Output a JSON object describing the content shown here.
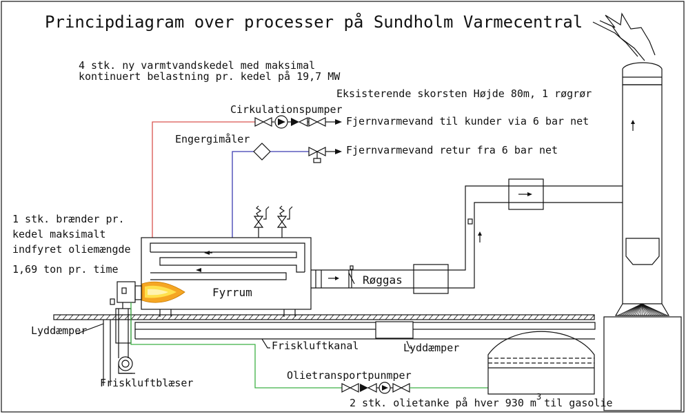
{
  "title": "Principdiagram over processer på Sundholm Varmecentral",
  "boiler_note": {
    "line1": "4 stk. ny varmtvandskedel med maksimal",
    "line2": "kontinuert belastning pr. kedel på 19,7 MW"
  },
  "chimney_note": "Eksisterende skorsten Højde 80m, 1 røgrør",
  "circulation_pumps": "Cirkulationspumper",
  "supply_line": "Fjernvarmevand til kunder via 6 bar net",
  "energy_meter": "Engergimåler",
  "return_line": "Fjernvarmevand retur fra 6 bar net",
  "burner_note": {
    "line1": "1 stk. brænder pr.",
    "line2": "kedel maksimalt",
    "line3": "indfyret oliemængde",
    "line4": "1,69 ton pr. time"
  },
  "fyrrum": "Fyrrum",
  "roggas": "Røggas",
  "lyddaemper_left": "Lyddæmper",
  "friskluftkanal": "Friskluftkanal",
  "lyddaemper_right": "Lyddæmper",
  "friskluftblaeser": "Friskluftblæser",
  "oil_pumps": "Olietransportpunmper",
  "oil_tanks": "2 stk. olietanke på hver 930 m",
  "oil_tanks_sup": "3",
  "oil_tanks_tail": "til gasolie",
  "colors": {
    "supply_pipe": "#d9534f",
    "return_pipe": "#3b3bb0",
    "oil_pipe": "#3cb043",
    "flame_outer": "#f5a623",
    "flame_inner": "#ffe14d"
  }
}
